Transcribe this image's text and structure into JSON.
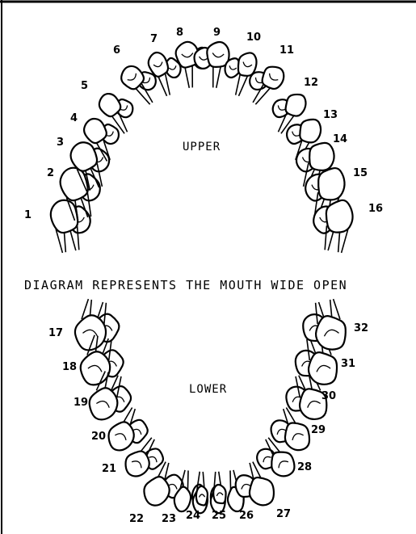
{
  "upper_arch": {
    "label": "UPPER",
    "teeth": [
      "1",
      "2",
      "3",
      "4",
      "5",
      "6",
      "7",
      "8",
      "9",
      "10",
      "11",
      "12",
      "13",
      "14",
      "15",
      "16"
    ]
  },
  "caption": "DIAGRAM REPRESENTS THE MOUTH WIDE OPEN",
  "lower_arch": {
    "label": "LOWER",
    "teeth": [
      "17",
      "18",
      "19",
      "20",
      "21",
      "22",
      "23",
      "24",
      "25",
      "26",
      "27",
      "28",
      "29",
      "30",
      "31",
      "32"
    ]
  }
}
